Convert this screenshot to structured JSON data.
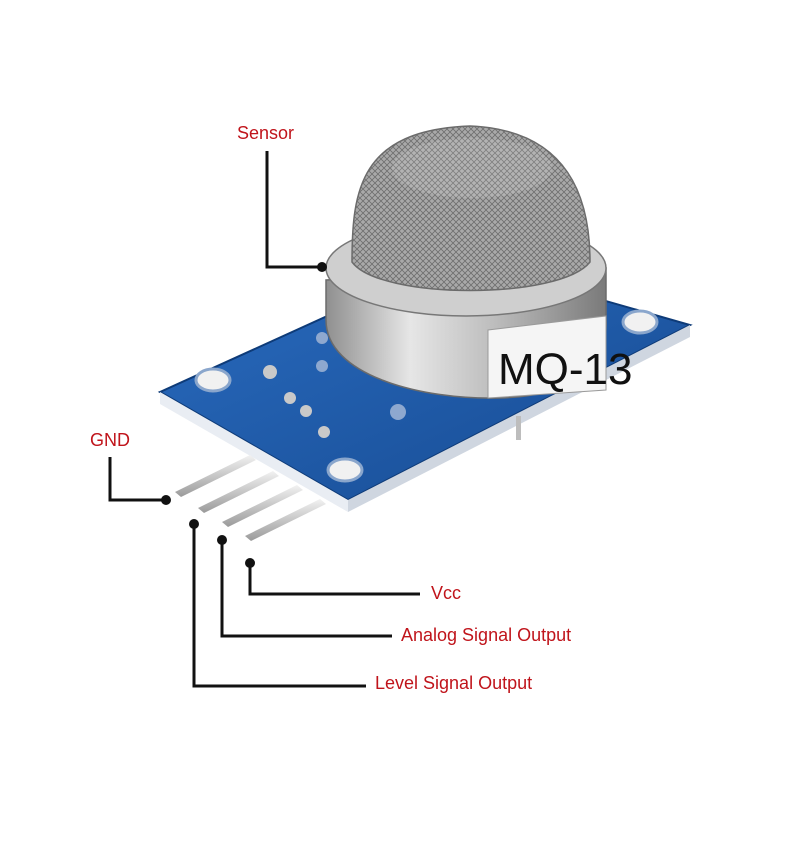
{
  "labels": {
    "sensor": "Sensor",
    "gnd": "GND",
    "vcc": "Vcc",
    "analog": "Analog Signal Output",
    "level": "Level Signal Output"
  },
  "module": {
    "sticker_text": "MQ-13"
  },
  "colors": {
    "label_text": "#c0141b",
    "leader_lines": "#111111",
    "pcb_blue": "#1f5cab",
    "metal": "#b9b9b9"
  }
}
